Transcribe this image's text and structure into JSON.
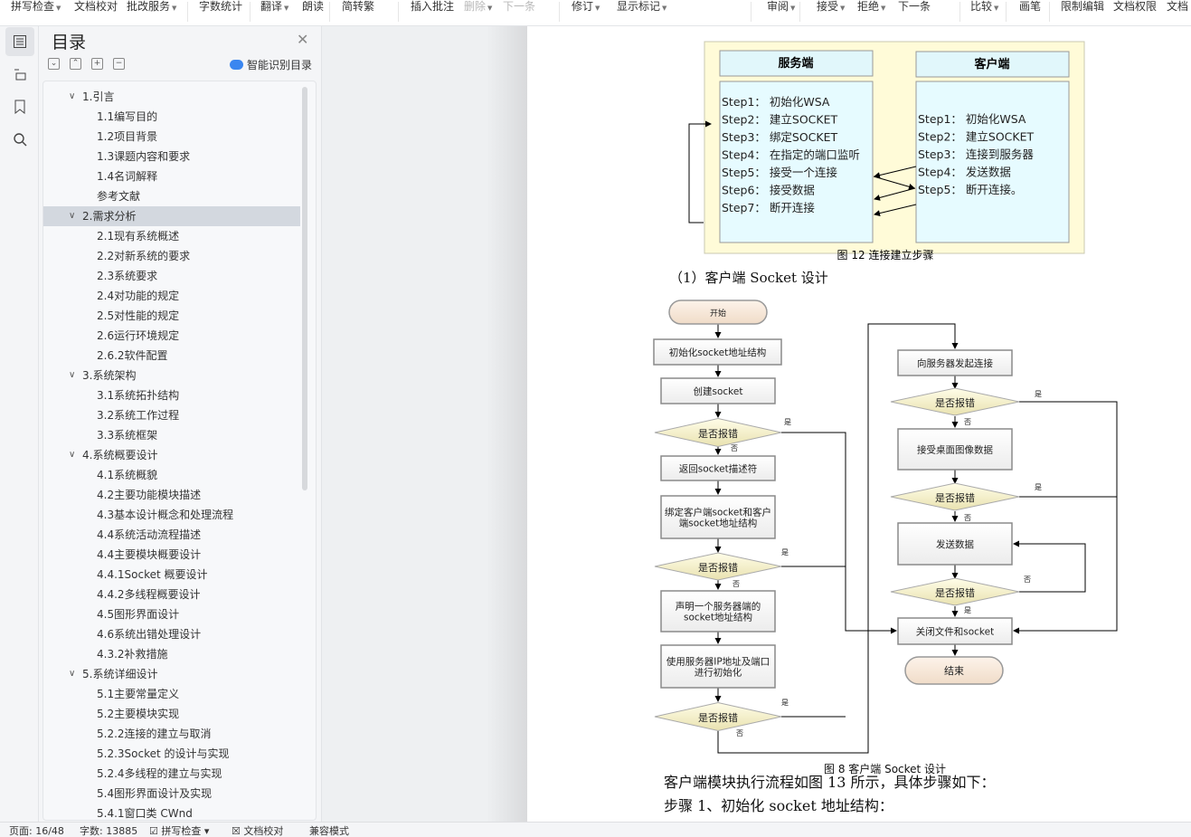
{
  "toolbar": {
    "items": [
      {
        "label": "拼写检查",
        "dropdown": true
      },
      {
        "label": "文档校对"
      },
      {
        "label": "批改服务",
        "dropdown": true
      },
      {
        "label": "字数统计"
      },
      {
        "label": "翻译",
        "dropdown": true
      },
      {
        "label": "朗读"
      },
      {
        "label": "简转繁"
      },
      {
        "label": "插入批注"
      },
      {
        "label": "删除",
        "dropdown": true,
        "disabled": true
      },
      {
        "label": "下一条",
        "disabled": true
      },
      {
        "label": "修订",
        "dropdown": true
      },
      {
        "label": "显示标记",
        "dropdown": true
      },
      {
        "label": "审阅",
        "dropdown": true
      },
      {
        "label": "接受",
        "dropdown": true
      },
      {
        "label": "拒绝",
        "dropdown": true
      },
      {
        "label": "下一条"
      },
      {
        "label": "比较",
        "dropdown": true
      },
      {
        "label": "画笔"
      },
      {
        "label": "限制编辑"
      },
      {
        "label": "文档权限"
      },
      {
        "label": "文档"
      }
    ]
  },
  "toc": {
    "title": "目录",
    "smart_label": "智能识别目录",
    "selected": "2.需求分析",
    "items": [
      {
        "level": 1,
        "label": "1.引言"
      },
      {
        "level": 2,
        "label": "1.1编写目的"
      },
      {
        "level": 2,
        "label": "1.2项目背景"
      },
      {
        "level": 2,
        "label": "1.3课题内容和要求"
      },
      {
        "level": 2,
        "label": "1.4名词解释"
      },
      {
        "level": 2,
        "label": "参考文献"
      },
      {
        "level": 1,
        "label": "2.需求分析"
      },
      {
        "level": 2,
        "label": "2.1现有系统概述"
      },
      {
        "level": 2,
        "label": "2.2对新系统的要求"
      },
      {
        "level": 2,
        "label": "2.3系统要求"
      },
      {
        "level": 2,
        "label": "2.4对功能的规定"
      },
      {
        "level": 2,
        "label": "2.5对性能的规定"
      },
      {
        "level": 2,
        "label": "2.6运行环境规定"
      },
      {
        "level": 2,
        "label": "2.6.2软件配置"
      },
      {
        "level": 1,
        "label": "3.系统架构"
      },
      {
        "level": 2,
        "label": "3.1系统拓扑结构"
      },
      {
        "level": 2,
        "label": "3.2系统工作过程"
      },
      {
        "level": 2,
        "label": "3.3系统框架"
      },
      {
        "level": 1,
        "label": "4.系统概要设计"
      },
      {
        "level": 2,
        "label": "4.1系统概貌"
      },
      {
        "level": 2,
        "label": "4.2主要功能模块描述"
      },
      {
        "level": 2,
        "label": "4.3基本设计概念和处理流程"
      },
      {
        "level": 2,
        "label": "4.4系统活动流程描述"
      },
      {
        "level": 2,
        "label": "4.4主要模块概要设计"
      },
      {
        "level": 2,
        "label": "4.4.1Socket 概要设计"
      },
      {
        "level": 2,
        "label": "4.4.2多线程概要设计"
      },
      {
        "level": 2,
        "label": "4.5图形界面设计"
      },
      {
        "level": 2,
        "label": "4.6系统出错处理设计"
      },
      {
        "level": 2,
        "label": "4.3.2补救措施"
      },
      {
        "level": 1,
        "label": "5.系统详细设计"
      },
      {
        "level": 2,
        "label": "5.1主要常量定义"
      },
      {
        "level": 2,
        "label": "5.2主要模块实现"
      },
      {
        "level": 2,
        "label": "5.2.2连接的建立与取消"
      },
      {
        "level": 2,
        "label": "5.2.3Socket 的设计与实现"
      },
      {
        "level": 2,
        "label": "5.2.4多线程的建立与实现"
      },
      {
        "level": 2,
        "label": "5.4图形界面设计及实现"
      },
      {
        "level": 2,
        "label": "5.4.1窗口类 CWnd"
      }
    ]
  },
  "doc": {
    "fig12": {
      "server_title": "服务端",
      "client_title": "客户端",
      "server_steps": [
        "Step1： 初始化WSA",
        "Step2： 建立SOCKET",
        "Step3： 绑定SOCKET",
        "Step4： 在指定的端口监听",
        "Step5： 接受一个连接",
        "Step6： 接受数据",
        "Step7： 断开连接"
      ],
      "client_steps": [
        "Step1： 初始化WSA",
        "Step2： 建立SOCKET",
        "Step3： 连接到服务器",
        "Step4： 发送数据",
        "Step5： 断开连接。"
      ],
      "caption": "图 12 连接建立步骤"
    },
    "heading": "（1）客户端 Socket 设计",
    "flow": {
      "start": "开始",
      "init": "初始化socket地址结构",
      "create": "创建socket",
      "check": "是否报错",
      "ret": "返回socket描述符",
      "bind": [
        "绑定客户端socket和客户",
        "端socket地址结构"
      ],
      "declare": [
        "声明一个服务器端的",
        "socket地址结构"
      ],
      "useip": [
        "使用服务器IP地址及端口",
        "进行初始化"
      ],
      "connect": "向服务器发起连接",
      "recv": "接受桌面图像数据",
      "send": "发送数据",
      "close": "关闭文件和socket",
      "end": "结束",
      "yes": "是",
      "no": "否"
    },
    "fig8_caption": "图 8 客户端 Socket 设计",
    "para1": "客户端模块执行流程如图  13 所示，具体步骤如下：",
    "para2": "步骤  1、初始化  socket 地址结构："
  },
  "status": {
    "page": "页面: 16/48",
    "words": "字数: 13885",
    "spell": "拼写检查",
    "proof": "文档校对",
    "compat": "兼容模式"
  }
}
